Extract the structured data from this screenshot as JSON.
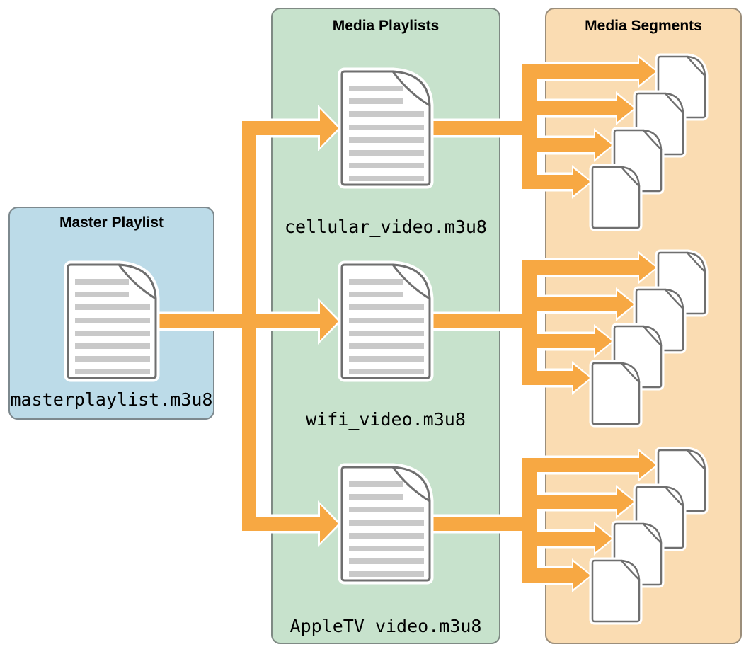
{
  "diagram": {
    "master": {
      "title": "Master Playlist",
      "filename": "masterplaylist.m3u8"
    },
    "playlists": {
      "title": "Media Playlists",
      "items": [
        {
          "filename": "cellular_video.m3u8",
          "segment_count": 4
        },
        {
          "filename": "wifi_video.m3u8",
          "segment_count": 4
        },
        {
          "filename": "AppleTV_video.m3u8",
          "segment_count": 4
        }
      ]
    },
    "segments": {
      "title": "Media Segments",
      "groups": 3,
      "documents_per_group": 4
    },
    "icons": {
      "master_icon": "document-with-text-icon",
      "playlist_icon": "document-with-text-icon",
      "segment_icon": "blank-document-icon"
    },
    "colors": {
      "master_panel_bg": "#bcdbe8",
      "playlists_panel_bg": "#c7e2cc",
      "segments_panel_bg": "#fadcb2",
      "arrow": "#f7a843",
      "arrow_outline": "#ffffff",
      "document_border": "#6f6f6f",
      "document_lines": "#c9c9c9",
      "panel_border": "#7d898e",
      "text": "#000000"
    }
  }
}
